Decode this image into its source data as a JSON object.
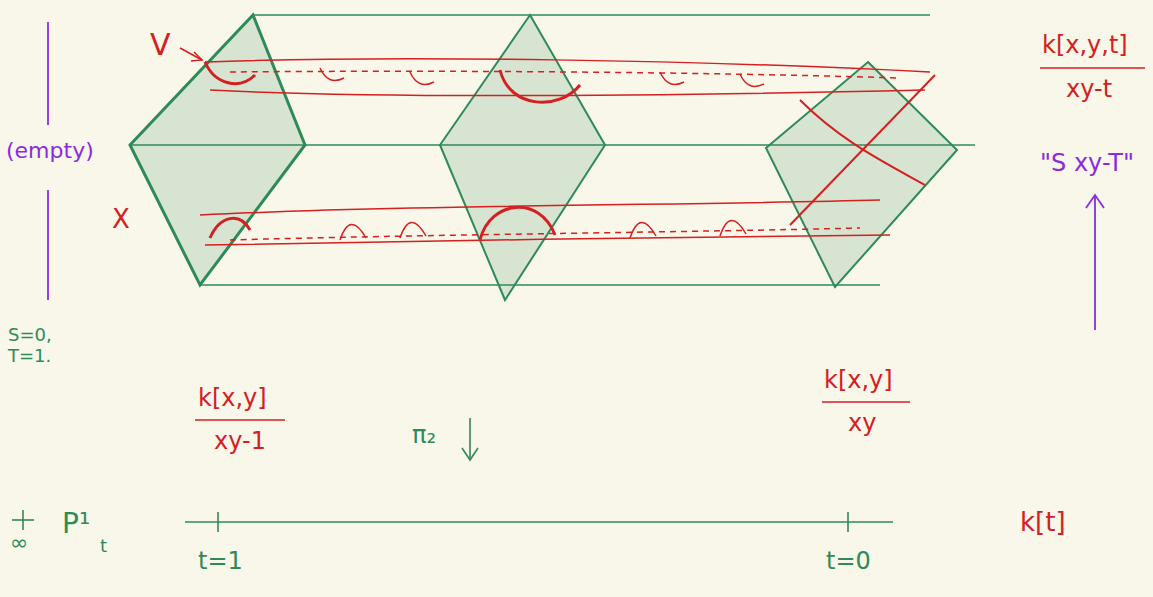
{
  "diagram": {
    "labels": [
      "V",
      "(empty)",
      "X",
      "S=0, T=1.",
      "k[x,y]",
      "xy-1",
      "k[x,y]",
      "xy",
      "k[x,y,t]",
      "xy-t",
      "\"S xy-T\"",
      "π₂",
      "∞",
      "P¹",
      "t",
      "t=1",
      "t=0",
      "k[t]"
    ]
  }
}
